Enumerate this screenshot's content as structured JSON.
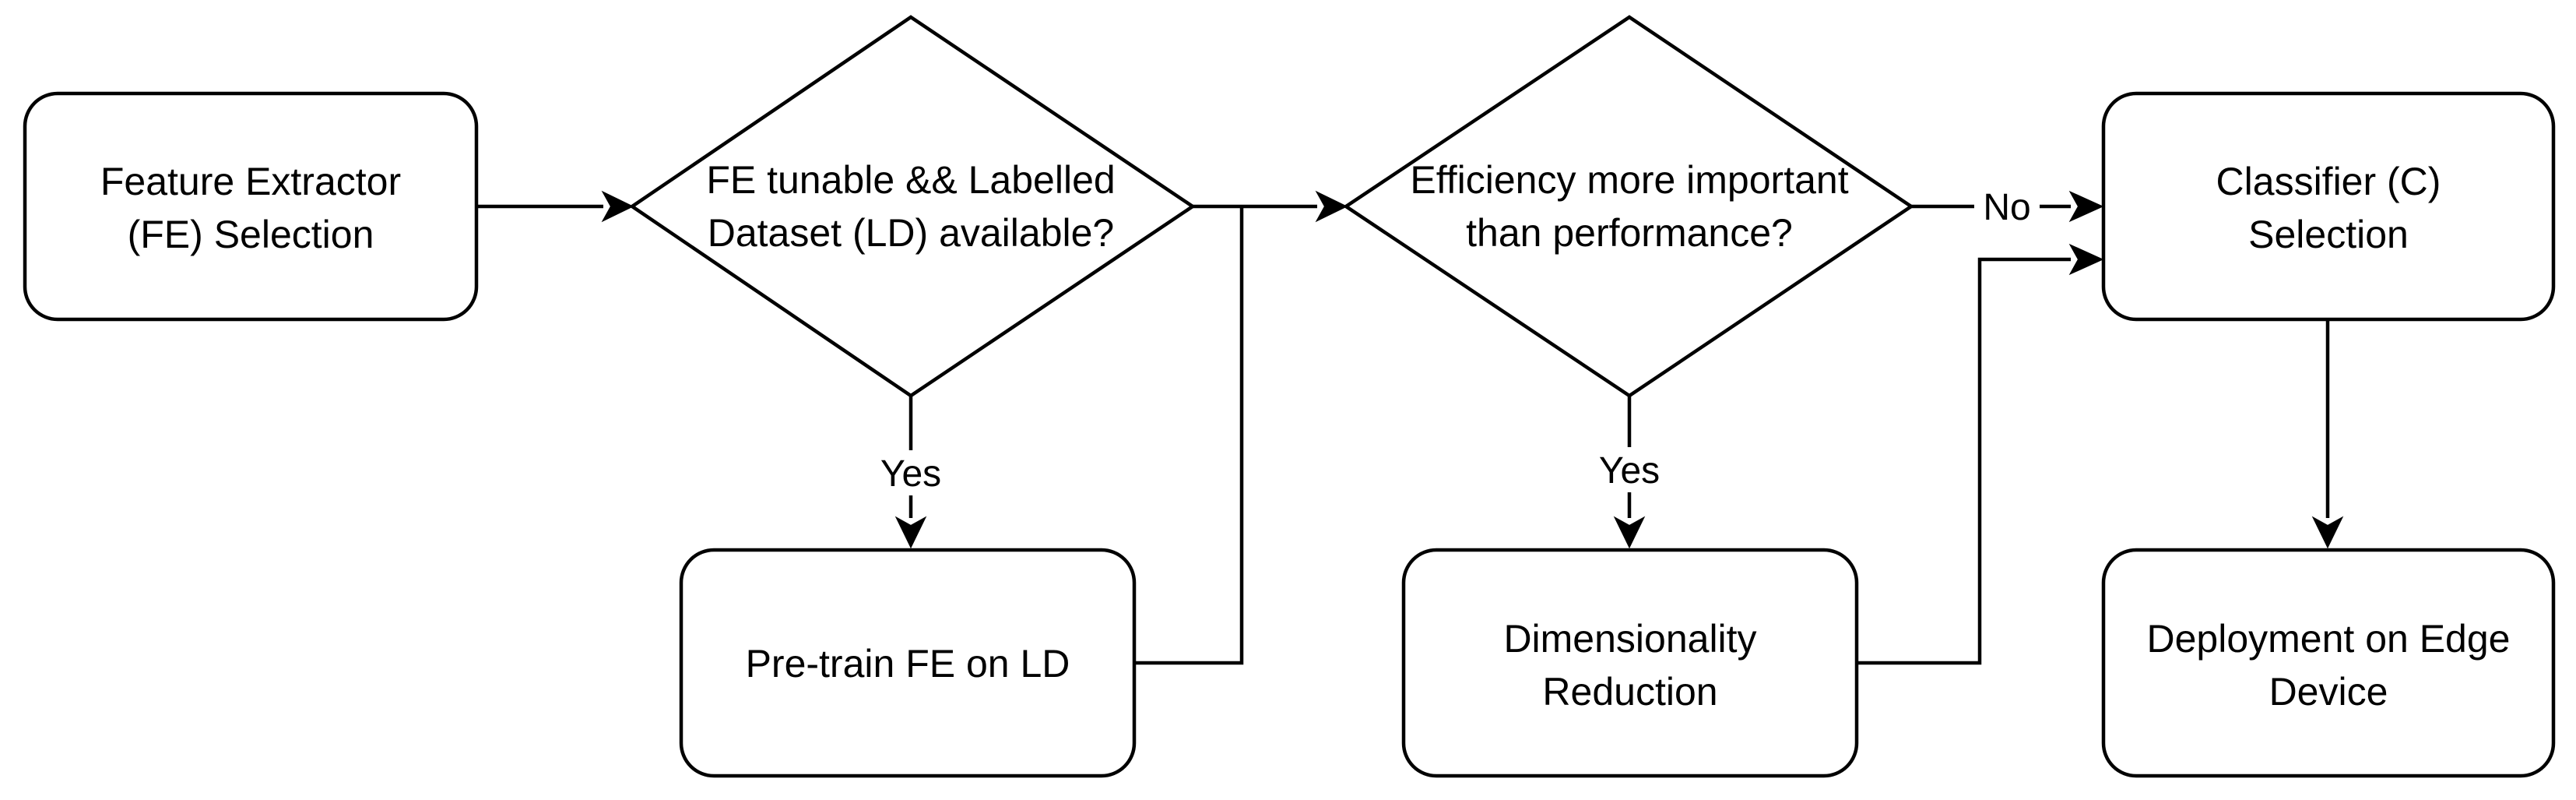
{
  "diagram": {
    "nodes": {
      "fe_selection": {
        "line1": "Feature Extractor",
        "line2": "(FE) Selection"
      },
      "fe_tunable": {
        "line1": "FE tunable && Labelled",
        "line2": "Dataset (LD) available?"
      },
      "pretrain": {
        "line1": "Pre-train FE on LD"
      },
      "efficiency": {
        "line1": "Efficiency more important",
        "line2": "than performance?"
      },
      "dim_reduction": {
        "line1": "Dimensionality",
        "line2": "Reduction"
      },
      "classifier": {
        "line1": "Classifier (C)",
        "line2": "Selection"
      },
      "deployment": {
        "line1": "Deployment on Edge",
        "line2": "Device"
      }
    },
    "edge_labels": {
      "fe_tunable_yes": "Yes",
      "efficiency_yes": "Yes",
      "efficiency_no": "No"
    }
  }
}
